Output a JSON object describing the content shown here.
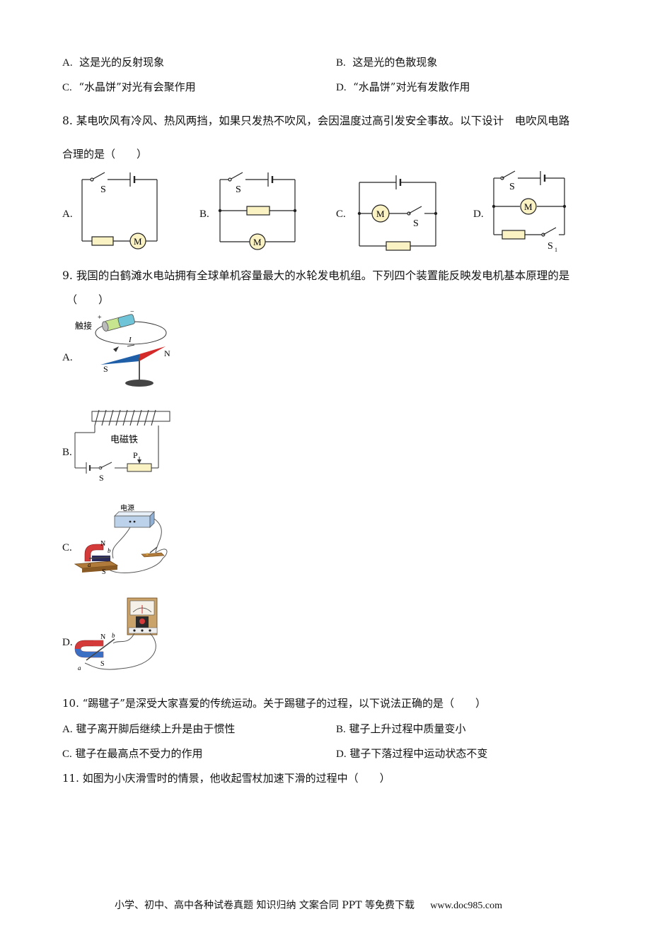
{
  "q7": {
    "options": [
      {
        "letter": "A.",
        "text": "这是光的反射现象"
      },
      {
        "letter": "B.",
        "text": "这是光的色散现象"
      },
      {
        "letter": "C.",
        "text": "“水晶饼”对光有会聚作用"
      },
      {
        "letter": "D.",
        "text": "“水晶饼”对光有发散作用"
      }
    ]
  },
  "q8": {
    "line1": "8. 某电吹风有冷风、热风两挡，如果只发热不吹风，会因温度过高引发安全事故。以下设计　电吹风电路",
    "line2": "合理的是（　　）",
    "labels": [
      "A.",
      "B.",
      "C.",
      "D."
    ],
    "switch": "S",
    "switch1": "S",
    "switch1_sub": "1",
    "motor": "M"
  },
  "q9": {
    "line1": "9. 我国的白鹤滩水电站拥有全球单机容量最大的水轮发电机组。下列四个装置能反映发电机基本原理的是",
    "line2": "（　　）",
    "labels": [
      "A.",
      "B.",
      "C.",
      "D."
    ],
    "touch": "触接",
    "plus": "+",
    "minus": "−",
    "current": "I",
    "N": "N",
    "S": "S",
    "electromagnet": "电磁铁",
    "P": "P",
    "power": "电源",
    "a": "a",
    "b": "b"
  },
  "q10": {
    "stem": "10. “踢毽子”是深受大家喜爱的传统运动。关于踢毽子的过程，以下说法正确的是（　　）",
    "options": [
      {
        "letter": "A.",
        "text": "毽子离开脚后继续上升是由于惯性"
      },
      {
        "letter": "B.",
        "text": "毽子上升过程中质量变小"
      },
      {
        "letter": "C.",
        "text": "毽子在最高点不受力的作用"
      },
      {
        "letter": "D.",
        "text": "毽子下落过程中运动状态不变"
      }
    ]
  },
  "q11": {
    "stem": "11. 如图为小庆滑雪时的情景，他收起雪杖加速下滑的过程中（　　）"
  },
  "footer": {
    "text": "小学、初中、高中各种试卷真题  知识归纳  文案合同  PPT 等免费下载",
    "url": "www.doc985.com"
  }
}
